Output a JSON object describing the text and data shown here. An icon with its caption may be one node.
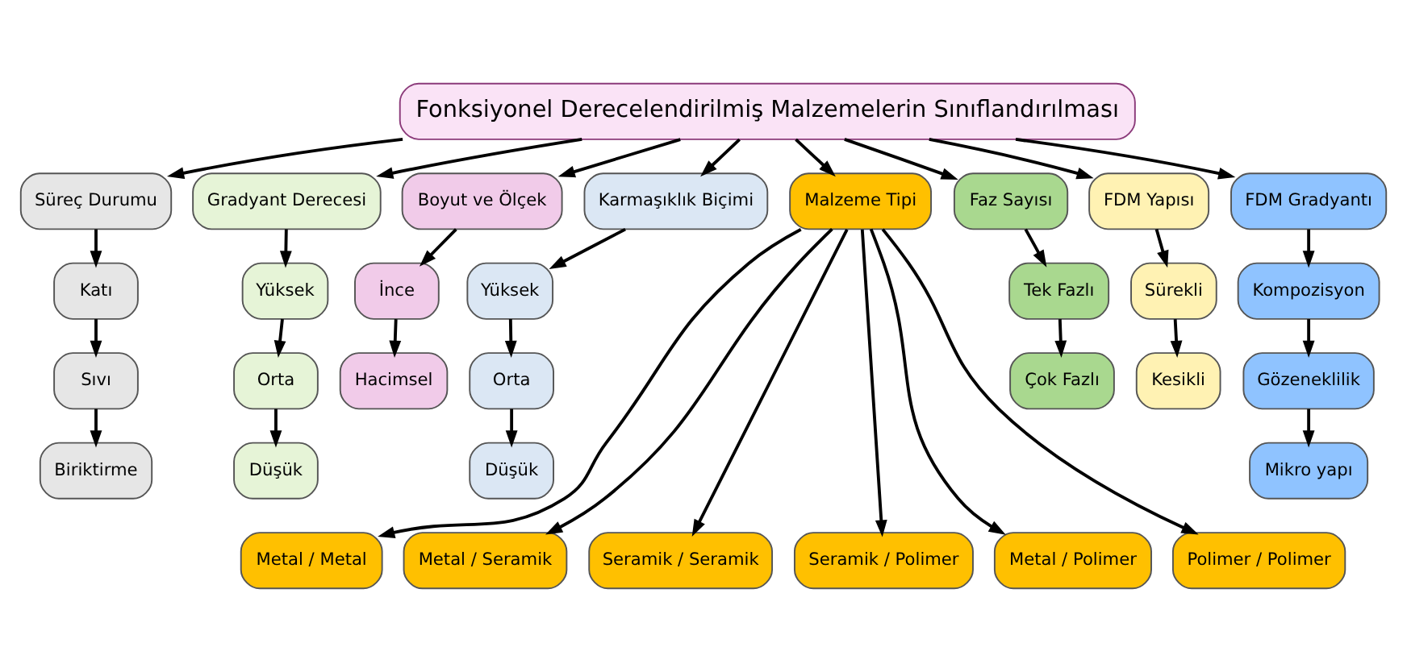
{
  "diagram": {
    "nodes": [
      {
        "text": [
          "Fonksiyonel Derecelendirilmiş Malzemelerin Sınıflandırılması"
        ]
      },
      {
        "text": [
          "Süreç Durumu"
        ]
      },
      {
        "text": [
          "Gradyant Derecesi"
        ]
      },
      {
        "text": [
          "Boyut ve Ölçek"
        ]
      },
      {
        "text": [
          "Karmaşıklık Biçimi"
        ]
      },
      {
        "text": [
          "Malzeme Tipi"
        ]
      },
      {
        "text": [
          "Faz Sayısı"
        ]
      },
      {
        "text": [
          "FDM Yapısı"
        ]
      },
      {
        "text": [
          "FDM Gradyantı"
        ]
      },
      {
        "text": [
          "Katı"
        ]
      },
      {
        "text": [
          "Sıvı"
        ]
      },
      {
        "text": [
          "Biriktirme"
        ]
      },
      {
        "text": [
          "Yüksek"
        ]
      },
      {
        "text": [
          "Orta"
        ]
      },
      {
        "text": [
          "Düşük"
        ]
      },
      {
        "text": [
          "İnce"
        ]
      },
      {
        "text": [
          "Hacimsel"
        ]
      },
      {
        "text": [
          "Yüksek"
        ]
      },
      {
        "text": [
          "Orta"
        ]
      },
      {
        "text": [
          "Düşük"
        ]
      },
      {
        "text": [
          "Tek Fazlı"
        ]
      },
      {
        "text": [
          "Çok Fazlı"
        ]
      },
      {
        "text": [
          "Sürekli"
        ]
      },
      {
        "text": [
          "Kesikli"
        ]
      },
      {
        "text": [
          "Kompozisyon"
        ]
      },
      {
        "text": [
          "Gözeneklilik"
        ]
      },
      {
        "text": [
          "Mikro yapı"
        ]
      },
      {
        "text": [
          "Metal / Metal"
        ]
      },
      {
        "text": [
          "Metal / Seramik"
        ]
      },
      {
        "text": [
          "Seramik / Seramik"
        ]
      },
      {
        "text": [
          "Seramik / Polimer"
        ]
      },
      {
        "text": [
          "Metal / Polimer"
        ]
      },
      {
        "text": [
          "Polimer / Polimer"
        ]
      }
    ],
    "edges": [
      {
        "from": 0,
        "to": 1,
        "arrow": "to"
      },
      {
        "from": 0,
        "to": 2,
        "arrow": "to"
      },
      {
        "from": 0,
        "to": 3,
        "arrow": "to"
      },
      {
        "from": 0,
        "to": 4,
        "arrow": "to"
      },
      {
        "from": 0,
        "to": 5,
        "arrow": "to"
      },
      {
        "from": 0,
        "to": 6,
        "arrow": "to"
      },
      {
        "from": 0,
        "to": 7,
        "arrow": "to"
      },
      {
        "from": 0,
        "to": 8,
        "arrow": "to"
      },
      {
        "from": 1,
        "to": 9,
        "arrow": "to"
      },
      {
        "from": 9,
        "to": 10,
        "arrow": "to"
      },
      {
        "from": 10,
        "to": 11,
        "arrow": "to"
      },
      {
        "from": 2,
        "to": 12,
        "arrow": "to"
      },
      {
        "from": 12,
        "to": 13,
        "arrow": "to"
      },
      {
        "from": 13,
        "to": 14,
        "arrow": "to"
      },
      {
        "from": 3,
        "to": 15,
        "arrow": "to"
      },
      {
        "from": 15,
        "to": 16,
        "arrow": "to"
      },
      {
        "from": 4,
        "to": 17,
        "arrow": "to"
      },
      {
        "from": 17,
        "to": 18,
        "arrow": "to"
      },
      {
        "from": 18,
        "to": 19,
        "arrow": "to"
      },
      {
        "from": 6,
        "to": 20,
        "arrow": "to"
      },
      {
        "from": 20,
        "to": 21,
        "arrow": "to"
      },
      {
        "from": 7,
        "to": 22,
        "arrow": "to"
      },
      {
        "from": 22,
        "to": 23,
        "arrow": "to"
      },
      {
        "from": 8,
        "to": 24,
        "arrow": "to"
      },
      {
        "from": 24,
        "to": 25,
        "arrow": "to"
      },
      {
        "from": 25,
        "to": 26,
        "arrow": "to"
      },
      {
        "from": 5,
        "to": 27,
        "arrow": "to"
      },
      {
        "from": 5,
        "to": 28,
        "arrow": "to"
      },
      {
        "from": 5,
        "to": 29,
        "arrow": "to"
      },
      {
        "from": 5,
        "to": 30,
        "arrow": "to"
      },
      {
        "from": 5,
        "to": 31,
        "arrow": "to"
      },
      {
        "from": 5,
        "to": 32,
        "arrow": "to"
      }
    ]
  }
}
